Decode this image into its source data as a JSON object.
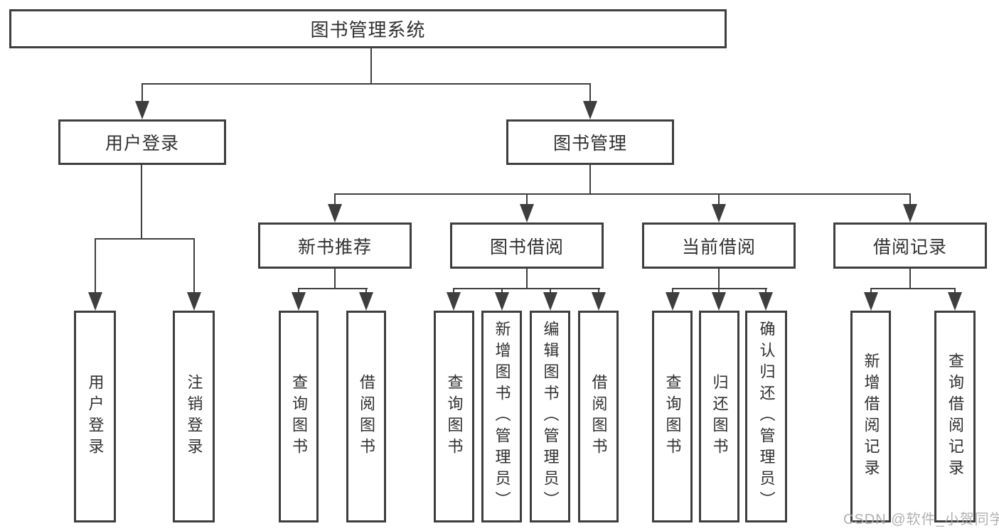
{
  "tree": {
    "root": {
      "label": "图书管理系统",
      "children": [
        {
          "label": "用户登录",
          "children": [
            {
              "label": "用户登录"
            },
            {
              "label": "注销登录"
            }
          ]
        },
        {
          "label": "图书管理",
          "children": [
            {
              "label": "新书推荐",
              "children": [
                {
                  "label": "查询图书"
                },
                {
                  "label": "借阅图书"
                }
              ]
            },
            {
              "label": "图书借阅",
              "children": [
                {
                  "label": "查询图书"
                },
                {
                  "label": "新增图书（管理员）"
                },
                {
                  "label": "编辑图书（管理员）"
                },
                {
                  "label": "借阅图书"
                }
              ]
            },
            {
              "label": "当前借阅",
              "children": [
                {
                  "label": "查询图书"
                },
                {
                  "label": "归还图书"
                },
                {
                  "label": "确认归还（管理员）"
                }
              ]
            },
            {
              "label": "借阅记录",
              "children": [
                {
                  "label": "新增借阅记录"
                },
                {
                  "label": "查询借阅记录"
                }
              ]
            }
          ]
        }
      ]
    }
  },
  "watermark": "CSDN @软件_小贺同学",
  "colors": {
    "line": "#3e3e3e",
    "text": "#303030",
    "watermark": "#a9a9a9",
    "background": "#ffffff"
  }
}
